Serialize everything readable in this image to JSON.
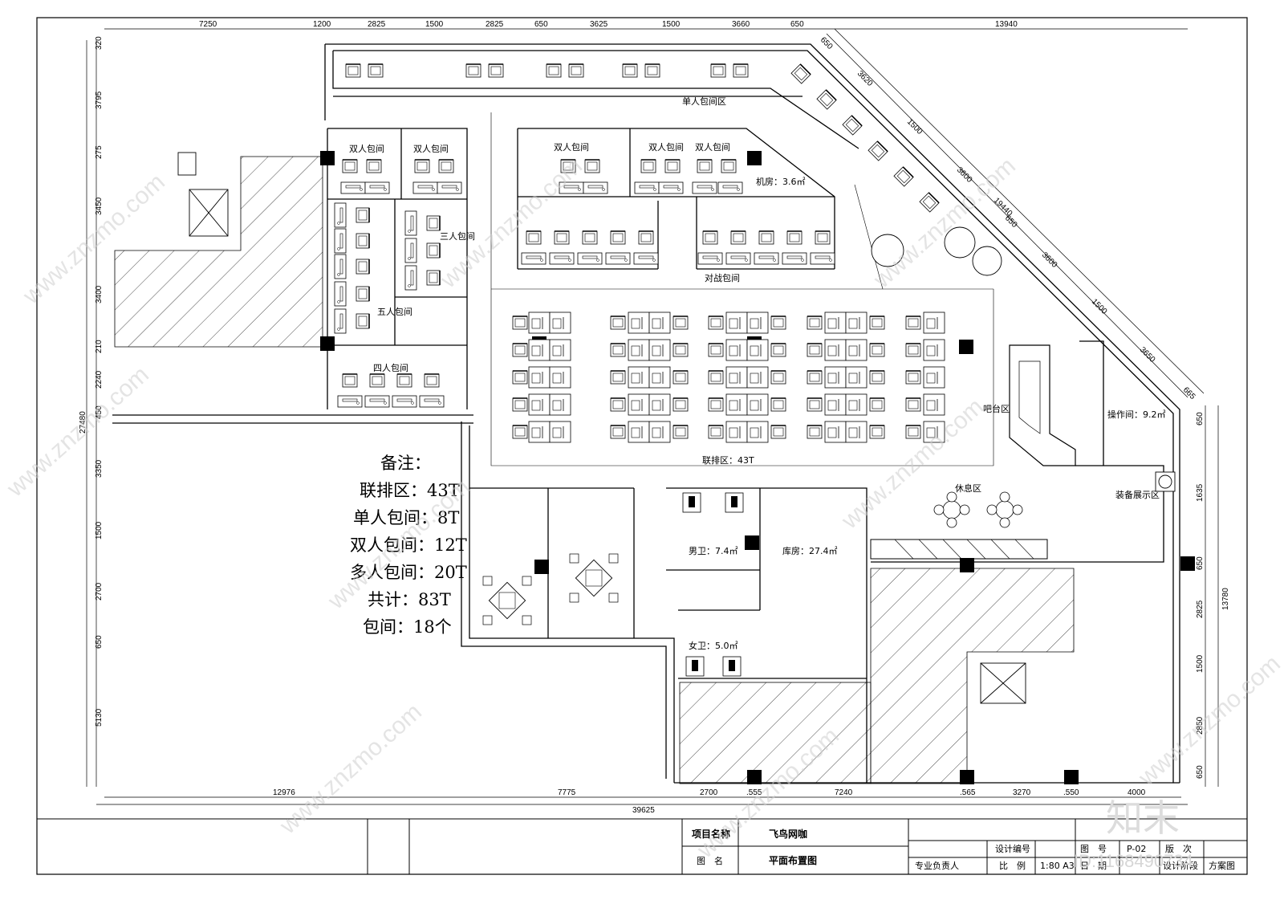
{
  "dimensions": {
    "top": [
      "7250",
      "1200",
      "2825",
      "1500",
      "2825",
      "650",
      "3625",
      "1500",
      "3660",
      "650",
      "13940"
    ],
    "bottom": [
      "12976",
      "7775",
      "2700",
      ".555",
      "7240",
      ".565",
      "3270",
      ".550",
      "4000"
    ],
    "bottom_total": "39625",
    "left": [
      "320",
      "3795",
      "275",
      "3450",
      "3400",
      "210",
      "2240",
      "450",
      "3350",
      "1500",
      "2700",
      "650",
      "5130"
    ],
    "left_total": "27480",
    "right": [
      "650",
      "1635",
      "650",
      "2825",
      "1500",
      "2850",
      "650"
    ],
    "right_total": "13780",
    "diagonal": [
      "650",
      "3620",
      "1500",
      "3600",
      "650",
      "3600",
      "1500",
      "3650",
      "665"
    ],
    "diagonal_total": "19440"
  },
  "rooms": {
    "single_zone": "单人包间区",
    "double_1": "双人包间",
    "double_2": "双人包间",
    "double_3": "双人包间",
    "double_4": "双人包间",
    "double_5": "双人包间",
    "machine_room": "机房：3.6㎡",
    "three_room": "三人包间",
    "five_room": "五人包间",
    "battle_room": "对战包间",
    "four_room": "四人包间",
    "bar": "吧台区",
    "operation": "操作间：9.2㎡",
    "row_zone": "联排区：43T",
    "rest": "休息区",
    "equipment": "装备展示区",
    "male_wc": "男卫：7.4㎡",
    "storage": "库房：27.4㎡",
    "female_wc": "女卫：5.0㎡"
  },
  "notes": {
    "title": "备注：",
    "lines": [
      "联排区：43T",
      "单人包间：8T",
      "双人包间：12T",
      "多人包间：20T",
      "共计：83T",
      "包间：18个"
    ]
  },
  "title_block": {
    "project_label": "项目名称",
    "project_value": "飞鸟网咖",
    "drawing_label": "图　名",
    "drawing_value": "平面布置图",
    "manager_label": "专业负责人",
    "design_no_label": "设计编号",
    "scale_label": "比　例",
    "scale_value": "1:80 A3",
    "sheet_no_label": "图　号",
    "sheet_no_value": "P-02",
    "version_label": "版　次",
    "date_label": "日　期",
    "phase_label": "设计阶段",
    "phase_value": "方案图"
  },
  "watermark": {
    "text": "www.znzmo.com",
    "brand": "知末",
    "id": "ID:1168490734"
  }
}
